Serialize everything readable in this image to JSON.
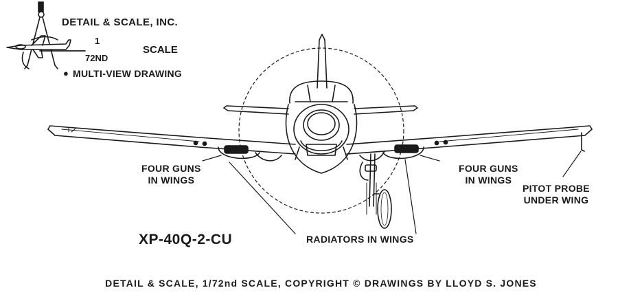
{
  "header": {
    "company": "DETAIL & SCALE, INC.",
    "scale_numerator": "1",
    "scale_denominator": "72ND",
    "scale_word": "SCALE",
    "subtitle": "MULTI-VIEW DRAWING"
  },
  "callouts": {
    "guns_left": [
      "FOUR GUNS",
      "IN WINGS"
    ],
    "guns_right": [
      "FOUR GUNS",
      "IN WINGS"
    ],
    "pitot": [
      "PITOT PROBE",
      "UNDER WING"
    ],
    "radiators": "RADIATORS IN WINGS"
  },
  "model": "XP-40Q-2-CU",
  "footer": "DETAIL & SCALE,  1/72nd SCALE, COPYRIGHT © DRAWINGS BY LLOYD S. JONES",
  "colors": {
    "ink": "#1a1a1a",
    "paper": "#ffffff"
  }
}
